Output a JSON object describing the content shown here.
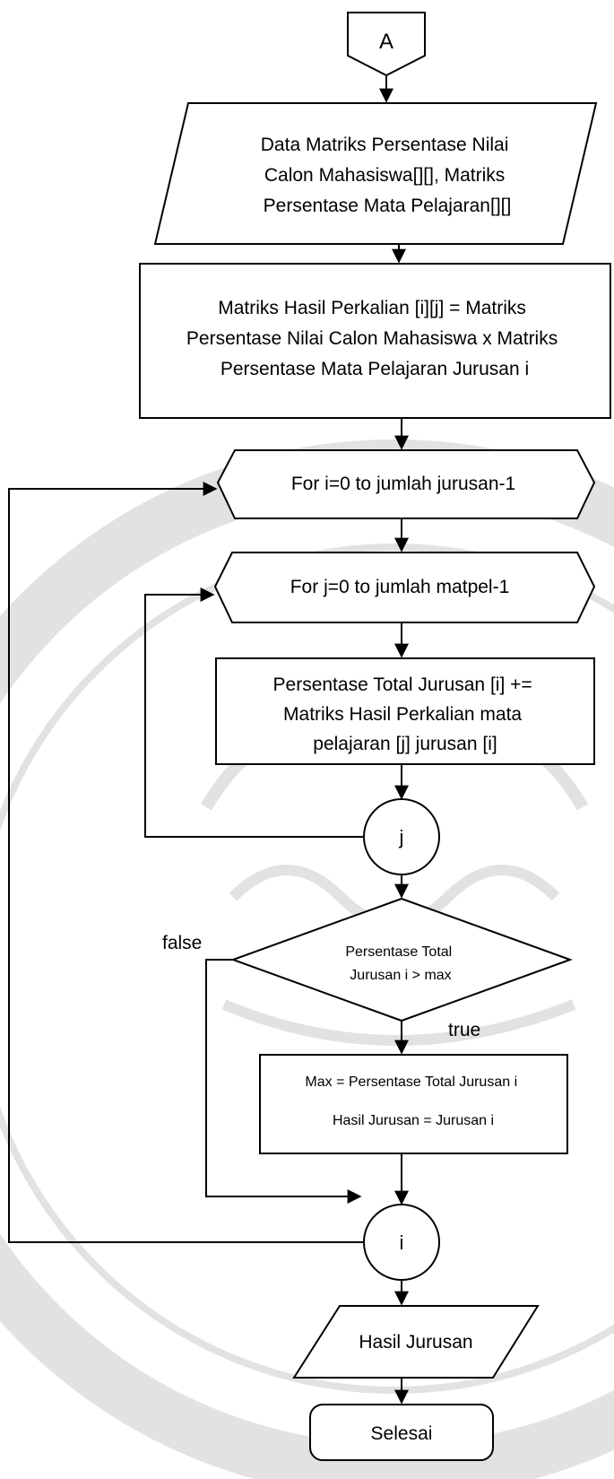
{
  "flowchart": {
    "connector_top": "A",
    "input_data": [
      "Data Matriks Persentase Nilai",
      "Calon Mahasiswa[][], Matriks",
      "Persentase Mata Pelajaran[][]"
    ],
    "process_multiply": [
      "Matriks Hasil Perkalian [i][j] =  Matriks",
      "Persentase Nilai Calon Mahasiswa x Matriks",
      "Persentase Mata Pelajaran Jurusan i"
    ],
    "loop_i": "For i=0 to jumlah jurusan-1",
    "loop_j": "For j=0 to jumlah matpel-1",
    "process_sum": [
      "Persentase Total Jurusan [i] +=",
      "Matriks Hasil Perkalian mata",
      "pelajaran [j] jurusan [i]"
    ],
    "connector_j": "j",
    "decision": [
      "Persentase Total",
      "Jurusan i > max"
    ],
    "label_false": "false",
    "label_true": "true",
    "process_max": [
      "Max = Persentase Total Jurusan i",
      "Hasil Jurusan = Jurusan i"
    ],
    "connector_i": "i",
    "output": "Hasil Jurusan",
    "terminator": "Selesai"
  },
  "colors": {
    "background": "#ffffff",
    "watermark": "#e2e2e2",
    "stroke": "#000000"
  }
}
